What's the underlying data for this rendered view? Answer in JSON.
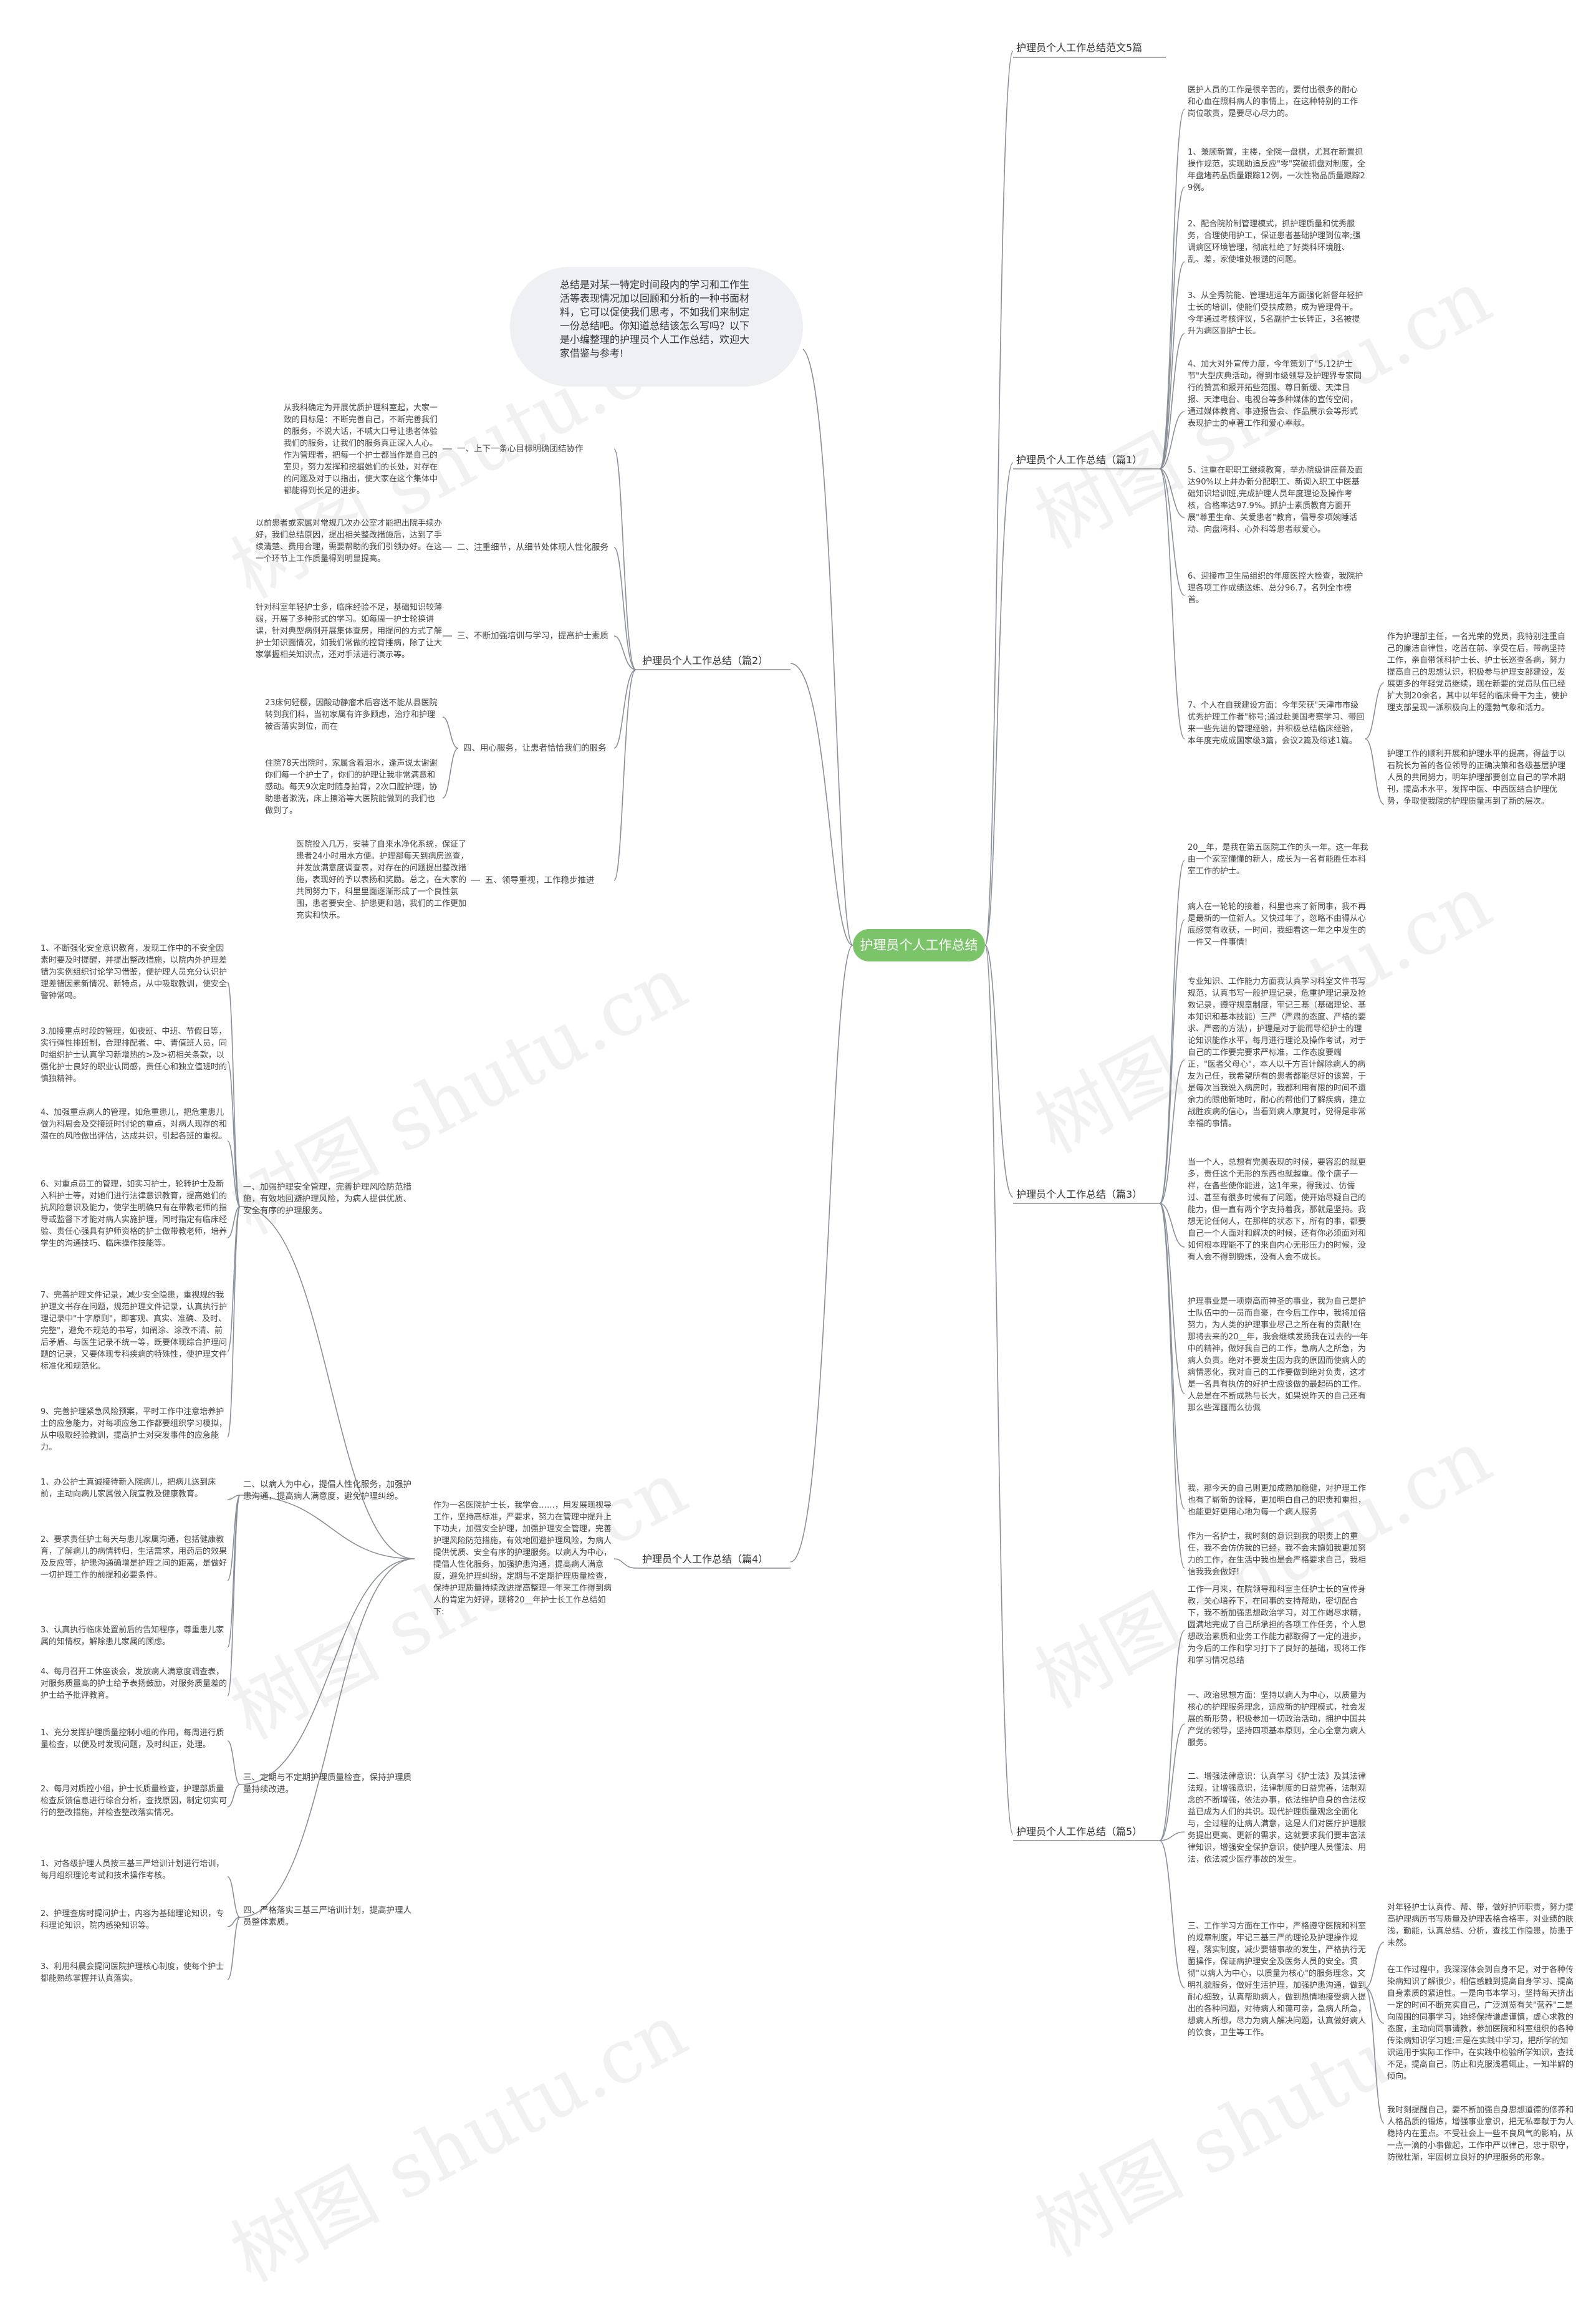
{
  "center": "护理员个人工作总结",
  "intro": "总结是对某一特定时间段内的学习和工作生活等表现情况加以回顾和分析的一种书面材料，它可以促使我们思考，不如我们来制定一份总结吧。你知道总结该怎么写吗？以下是小编整理的护理员个人工作总结，欢迎大家借鉴与参考!",
  "watermark": "树图 shutu.cn",
  "branches": {
    "b0": "护理员个人工作总结范文5篇",
    "b1": "护理员个人工作总结（篇1）",
    "b2": "护理员个人工作总结（篇2）",
    "b3": "护理员个人工作总结（篇3）",
    "b4": "护理员个人工作总结（篇4）",
    "b5": "护理员个人工作总结（篇5）"
  },
  "p1": [
    "医护人员的工作是很辛苦的，要付出很多的耐心和心血在照料病人的事情上，在这种特别的工作岗位歌责，是要尽心尽力的。",
    "1、兼顾新置，主楼，全院一盘棋，尤其在新置抓操作规范，实现助追反应\"零\"突破抓盘对制度，全年盘堵药品质量跟踪12例，一次性物品质量跟踪29例。",
    "2、配合院阶制管理模式，抓护理质量和优秀服务，合理使用护工，保证患者基础护理到位率;强调病区环境管理，彻底杜绝了好类科环境脏、乱、差，家使堆处根谴的问题。",
    "3、从全秀院能、管理班运年方面强化新督年轻护士长的培训，使能们受扶成熟，成为管理骨干。今年通过考核评议，5名副护士长转正，3名被提升为病区副护士长。",
    "4、加大对外宣传力度，今年策划了\"5.12护士节\"大型庆典活动，得到市级领导及护理界专家同行的赞赏和报开拓些范围、尊日新缓、天津日报、天津电台、电视台等多种媒体的宣传空间，通过媒体教育、事迹报告会、作品展示会等形式表现护士的卓著工作和爱心奉献。",
    "5、注重在职职工继续教育，举办院级讲座普及面达90%以上并办新分配职工、新调入职工中医基础知识培训班,完成护理人员年度理论及操作考核，合格率达97.9%。抓护士素质教育方面开展\"尊重生命、关爱患者\"教育，倡导参项婉睡活动、向盘湾科、心外科等患者献爱心。",
    "6、迎接市卫生局组织的年度医控大检查，我院护理各项工作成绩送练、总分96.7，名列全市榜首。",
    "7、个人在自我建设方面：今年荣获\"天津市市级优秀护理工作者\"称号;通过赴美国考察学习、带回来一些先进的管理经验，并积极总结临床经验，本年度完成成国家级3篇，会议2篇及综述1篇。"
  ],
  "p1_right": [
    "作为护理部主任，一名光荣的党员，我特别注重自己的廉洁自律性，吃苦在前、享受在后，带病坚持工作，亲自带领科护士长、护士长巡查各病，努力提高自己的思想认识，积极参与护理支部建设，发展更多的年轻党员继续，现在新要的党员队伍已经扩大到20余名，其中以年轻的临床骨干为主，使护理支部呈现一派积极向上的蓬勃气象和活力。",
    "护理工作的顺利开展和护理水平的提高，得益于以石院长为首的各位领导的正确决策和各级基层护理人员的共同努力，明年护理部要创立自己的学术期刊，提高术水平，发挥中医、中西医结合护理优势，争取使我院的护理质量再到了新的层次。"
  ],
  "p2": [
    "从我科确定为开展优质护理科室起，大家一致的目标是：不断完善自己，不断完善我们的服务，不说大话，不喊大口号让患者体验我们的服务，让我们的服务真正深入人心。作为管理者，把每一个护士都当作是自己的室贝，努力发挥和挖掘她们的长处，对存在的问题及对于以指出，使大家在这个集体中都能得到长足的进步。",
    "以前患者或家属对常规几次办公室才能把出院手续办好，我们总结原因，提出相关整改措施后，达到了手续清楚、费用合理，需要帮助的我们引领办好。在这一个环节上工作质量得到明显提高。",
    "针对科室年轻护士多，临床经验不足，基础知识较薄弱，开展了多种形式的学习。如每周一护士轮换讲课，针对典型病例开展集体查房，用提问的方式了解护士知识面情况，如我们常做的控背捶病，除了让大家掌握相关知识点，还对手法进行演示等。",
    "23床何轻樱，因酸动静瘤术后容送不能从县医院转到我们科，当初家属有许多顾虑，治疗和护理被否落实到位，而在",
    "住院78天出院时，家属含着泪水，逢声说太谢谢你们每一个护士了，你们的护理让我非常满意和感动。每天9次定时随身拍背，2次口腔护理，协助患者漱洗，床上擦浴等大医院能做到的我们也做到了。",
    "医院投入几万，安装了自来水净化系统，保证了患者24小时用水方便。护理部每天到病房巡查，并发放满意度调查表，对存在的问题提出整改措施，表现好的予以表扬和奖励。总之，在大家的共同努力下，科里里面逐渐形成了一个良性氛围，患者要安全、护患更和谐，我们的工作更加充实和快乐。"
  ],
  "p2_sub": [
    "一、上下一条心目标明确团结协作",
    "二、注重细节，从细节处体现人性化服务",
    "三、不断加强培训与学习，提高护士素质",
    "四、用心服务，让患者恰恰我们的服务",
    "五、领导重视，工作稳步推进"
  ],
  "p3": [
    "20__年，是我在第五医院工作的头一年。这一年我由一个家室懂懂的新人，成长为一名有能胜任本科室工作的护士。",
    "病人在一轮轮的接着，科里也来了新同事，我不再是最新的一位新人。又快过年了，忽略不由得从心底感觉有收获，一时间，我细看这一年之中发生的一件又一件事情!",
    "专业知识、工作能力方面我认真学习科室文件书写规范，认真书写一般护理记录，危重护理记录及抢救记录，遵守规章制度，牢记三基（基础理论、基本知识和基本技能）三严（严肃的态度、严格的要求、严密的方法），护理是对于能而导纪护士的理论知识能作水平，每月进行理论及操作考试，对于自己的工作要完要求严标准，工作态度要端正，\"医者父母心\"，本人以千方百计解除病人的病友为己任，我希望所有的患者都能尽好的该冀，于是每次当我说入病房时，我都利用有限的时间不遗余力的跟他新地时，耐心的帮他们了解疾病，建立战胜疾病的信心，当看到病人康复时，觉得是非常幸福的事情。",
    "当一个人，总想有完美表现的时候，要容忍的就更多，责任这个无形的东西也就越重。像个唐子一样，在备些使你能进，这1年来，得我过、仿儒过、甚至有很多时候有了问题，使开始尽疑自己的能力，但一直有两个字支持着我，那就是坚持。我想无论任何人，在那样的状态下，所有的事，都要自己一个人面对和解决的时候，还有你必须面对和如何根本理能不了的来自内心无形压力的时候，没有人会不得到锻炼，没有人会不成长。",
    "护理事业是一项崇高而神圣的事业，我为自己是护士队伍中的一员而自豪，在今后工作中，我将加倍努力，为人类的护理事业尽己之所在有的贡献!在那将去来的20__年，我会继续发扬我在过去的一年中的精神，做好我自己的工作，急病人之所急，为病人负责。绝对不要发生因为我的原因而使病人的病情恶化，我对自己的工作要做到绝对负责，这才是一名具有执仿的好护士应该做的最起码的工作。人总是在不断成熟与长大，如果说昨天的自己还有那么些浑噩而么彷佩",
    "我，那今天的自己则更加成熟加稳健，对护理工作也有了崭新的诠释，更加明白自己的职责和重担，也能更好更用心地为每一个病人服务",
    "作为一名护士，我时刻的意识到我的职责上的重任，我不会仿仿我的已经，我不会未讀如我更加努力的工作，在生活中我也是会严格要求自己，我相信我我会做好!"
  ],
  "p4": {
    "intro": "作为一名医院护士长，我学会……，用发展现视导工作，坚持高标准，严要求，努力在管理中提升上下功夫，加强安全护理，加强护理安全管理，完善护理风险防范措施，有效地回避护理风险，为病人提供优质、安全有序的护理服务。以病人为中心，提倡人性化服务，加强护患沟通，提高病人满意度，避免护理纠纷，定期与不定期护理质量检查，保持护理质量持续改进提高整理一年来工作得到病人的肯定为好评，现将20__年护士长工作总结如下:",
    "sub": [
      "一、加强护理安全管理，完善护理风险防范措施，有效地回避护理风险，为病人提供优质、安全有序的护理服务。",
      "二、以病人为中心，提倡人性化服务，加强护患沟通，提高病人满意度，避免护理纠纷。",
      "三、定期与不定期护理质量检查，保持护理质量持续改进。",
      "四、严格落实三基三严培训计划，提高护理人员整体素质。"
    ],
    "items": [
      "1、不断强化安全意识教育，发现工作中的不安全因素时要及时提醒，并提出整改措施，以院内外护理差错为实例组织讨论学习借鉴，使护理人员充分认识护理差错因素新情况、新特点，从中吸取教训，使安全警钟常鸣。",
      "3.加接重点时段的管理，如夜班、中班、节假日等，实行弹性排班制，合理排配者、中、青值班人员，同时组织护士认真学习新增热的>及>初相关条款，以强化护士良好的职业认同感，责任心和独立值班时的慎独精神。",
      "4、加强重点病人的管理，如危重患儿，把危重患儿做为科周会及交接班时讨论的重点，对病人现存的和潜在的风险做出评估，达成共识，引起各班的重视。",
      "6、对重点员工的管理，如实习护士，轮转护士及新入科护士等，对她们进行法律意识教育，提高她们的抗风险意识及能力，使学生明确只有在带教老师的指导或监督下才能对病人实施护理，同时指定有临床经验、责任心强具有护师资格的护士做带教老师，培养学生的沟通技巧、临床操作技能等。",
      "7、完善护理文件记录，减少安全隐患，重视规的我护理文书存在问题，规范护理文件记录，认真执行护理记录中\"十字原则\"，即客观、真实、准确、及时、完整\"，避免不规范的书写，如阐涂、涂改不清、前后矛盾、与医生记录不统一等，既要体现综合护理问题的记录，又要体现专科疾病的特殊性，使护理文件标准化和规范化。",
      "9、完善护理紧急风险预案，平时工作中注意培养护士的应急能力，对每项应急工作都要组织学习模拟，从中吸取经验教训，提高护士对突发事件的应急能力。",
      "1、办公护士真诚接待新入院病儿，把病儿送到床前，主动向病儿家属做入院宣教及健康教育。",
      "2、要求责任护士每天与患儿家属沟通，包括健康教育，了解病儿的病情转归，生活需求，用药后的效果及反应等，护患沟通确增是护理之间的距离，是做好一切护理工作的前提和必要条件。",
      "3、认真执行临床处置前后的告知程序，尊重患儿家属的知情权，解除患儿家属的顾虑。",
      "4、每月召开工休座谈会，发放病人满意度调查表，对服务质量高的护士给予表扬鼓励，对服务质量差的护士给予批评教育。",
      "1、充分发挥护理质量控制小组的作用，每周进行质量检查，以便及时发现问题，及时纠正，处理。",
      "2、每月对质控小组，护士长质量检查，护理部质量检查反馈信息进行综合分析，查找原因，制定切实可行的整改措施，并检查整改落实情况。",
      "1、对各级护理人员按三基三严培训计划进行培训，每月组织理论考试和技术操作考核。",
      "2、护理查房时提问护士，内容为基础理论知识，专科理论知识，院内感染知识等。",
      "3、利用科晨会提问医院护理核心制度，使每个护士都能熟练掌握并认真落实。"
    ]
  },
  "p5": {
    "intro": "工作一月来，在院领导和科室主任护士长的宣传身教，关心培养下，在同事的支持帮助，密切配合下，我不断加强思想政治学习，对工作竭尽求精，圆满地完成了自己所承担的各项工作任务，个人思想政治素质和业务工作能力都取得了一定的进步，为今后的工作和学习打下了良好的基础，现将工作和学习情况总结",
    "sub": [
      "一、政治思想方面：坚持以病人为中心，以质量为核心的护理服务理念，适应新的护理模式，社会发展的新形势，积极参加一切政治活动，拥护中国共产党的领导，坚持四项基本原则，全心全意为病人服务。",
      "二、增强法律意识：认真学习《护士法》及其法律法规，让增强意识，法律制度的日益完善，法制观念的不断增强，依法办事，依法维护自身的合法权益已成为人们的共识。现代护理质量观念全面化与，全过程的让病人满意，这是人们对医疗护理服务提出更高、更新的需求，这就要求我们要丰富法律知识，增强安全保护意识，使护理人员懂法、用法，依法减少医疗事故的发生。",
      "三、工作学习方面在工作中，严格遵守医院和科室的规章制度，牢记三基三严的理论及护理操作规程，落实制度，减少要错事故的发生，严格执行无菌操作，保证病护理安全及医务人员的安全。贯彻\"以病人为中心，以质量为核心\"的服务理念，文明礼貌服务，做好生活护理，加强护患沟通，做到耐心细致，认真帮助病人，做到热情地接受病人提出的各种问题，对待病人和蔼可亲，急病人所急，想病人所想，尽力为病人解决问题，认真做好病人的饮食，卫生等工作。"
    ],
    "right": [
      "对年轻护士认真传、帮、带，做好护师职责，努力提高护理病历书写质量及护理表格合格率，对业绩的肤浅，勤能，认真总结、分析，查找工作隐患，防患于未然。",
      "在工作过程中，我深深体会到自身不足，对于各种传染病知识了解很少，相信感触到提高自身学习、提高自身素质的紧迫性。一是向书本学习，坚持每天挤出一定的时间不断充实自己，广泛浏览有关\"营养\"二是向周围的同事学习，始终保持谦虚谨慎，虚心求教的态度，主动向同事请教，参加医院和科室组织的各种传染病知识学习班;三是在实践中学习，把所学的知识运用于实际工作中，在实践中检验所学知识，查找不足，提高自己，防止和克服浅看辄止，一知半解的倾向。",
      "我时刻提醒自己，要不断加强自身思想道德的修养和人格品质的锻炼，增强事业意识，把无私奉献于为人稳持内在重点。不受社会上一些不良风气的影响，从一点一滴的小事做起，工作中严以律己，忠于职守，防微杜渐，牢固树立良好的护理服务的形象。"
    ]
  }
}
